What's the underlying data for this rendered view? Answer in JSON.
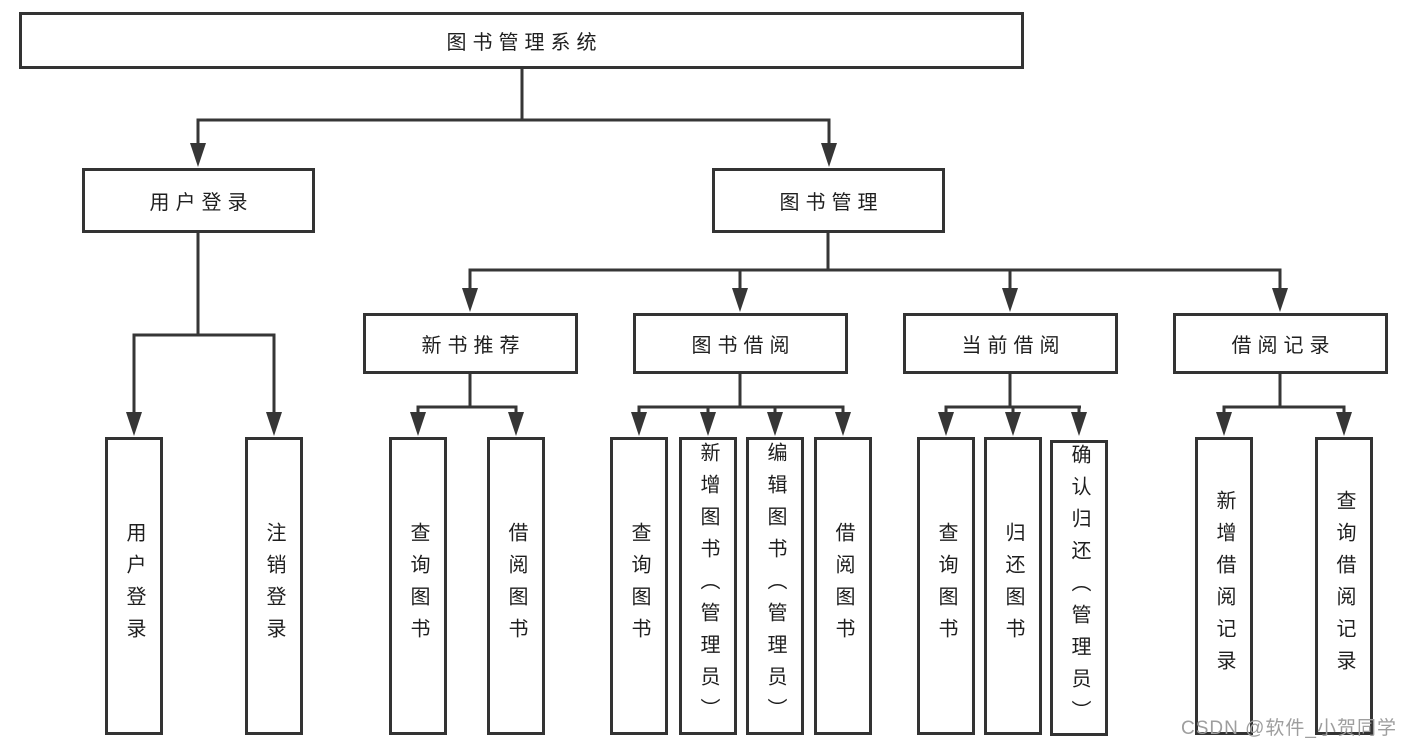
{
  "colors": {
    "line": "#363636",
    "box_border": "#333333",
    "text": "#1f1f1f",
    "watermark": "#9e9e9e",
    "background": "#ffffff"
  },
  "tree": {
    "root": {
      "label": "图书管理系统"
    },
    "branches": [
      {
        "label": "用户登录",
        "children": [
          {
            "label": "用户登录"
          },
          {
            "label": "注销登录"
          }
        ]
      },
      {
        "label": "图书管理",
        "children": [
          {
            "label": "新书推荐",
            "children": [
              {
                "label": "查询图书"
              },
              {
                "label": "借阅图书"
              }
            ]
          },
          {
            "label": "图书借阅",
            "children": [
              {
                "label": "查询图书"
              },
              {
                "label": "新增图书（管理员）"
              },
              {
                "label": "编辑图书（管理员）"
              },
              {
                "label": "借阅图书"
              }
            ]
          },
          {
            "label": "当前借阅",
            "children": [
              {
                "label": "查询图书"
              },
              {
                "label": "归还图书"
              },
              {
                "label": "确认归还（管理员）"
              }
            ]
          },
          {
            "label": "借阅记录",
            "children": [
              {
                "label": "新增借阅记录"
              },
              {
                "label": "查询借阅记录"
              }
            ]
          }
        ]
      }
    ]
  },
  "watermark": {
    "text": "CSDN @软件_小贺同学"
  }
}
